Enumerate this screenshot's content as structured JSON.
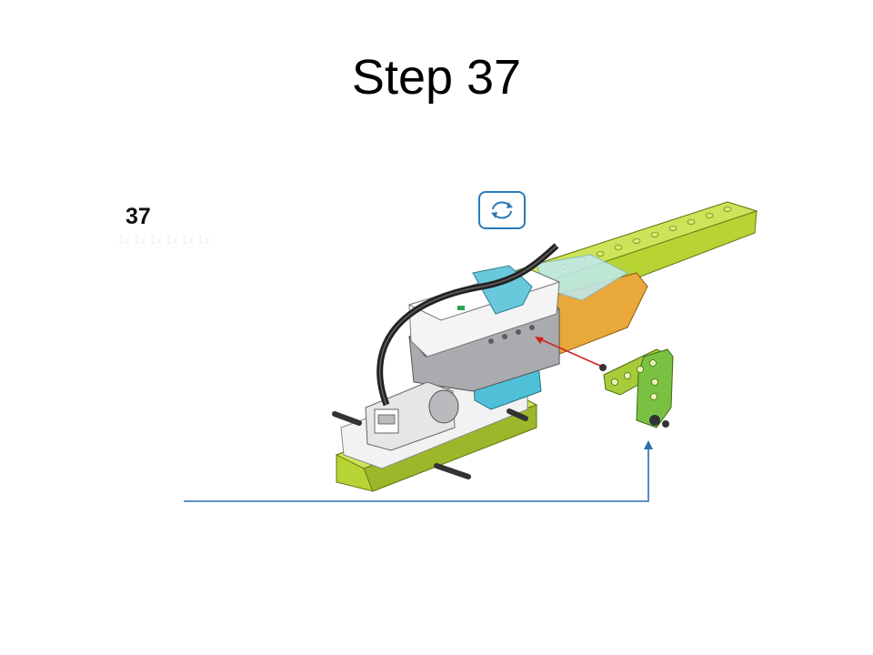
{
  "slide": {
    "title": "Step 37",
    "step_number": "37",
    "faint_note": "1x 1x 1x 1x 1x 1x"
  },
  "controls": {
    "rotate_icon": "rotate-arrows-icon"
  },
  "colors": {
    "lime": "#b8d434",
    "orange": "#e8a83a",
    "teal": "#4fc0d8",
    "gray": "#a9abae",
    "white_brick": "#f2f2f2",
    "arrow_blue": "#2a6fb0",
    "arrow_red": "#d42020",
    "green_part": "#7ac143"
  }
}
